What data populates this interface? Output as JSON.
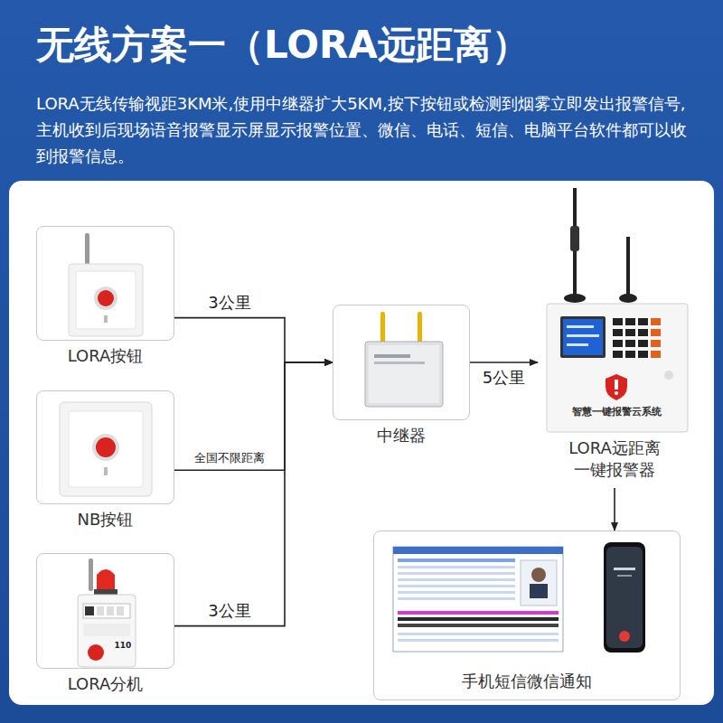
{
  "diagram": {
    "title": "无线方案一（LORA远距离）",
    "caption": "LORA无线传输视距3KM米,使用中继器扩大5KM,按下按钮或检测到烟雾立即发出报警信号,主机收到后现场语音报警显示屏显示报警位置、微信、电话、短信、电脑平台软件都可以收到报警信息。",
    "nodes": [
      {
        "text": [
          "LORA按钮"
        ]
      },
      {
        "text": [
          "NB按钮"
        ]
      },
      {
        "text": [
          "LORA分机"
        ]
      },
      {
        "text": [
          "中继器"
        ]
      },
      {
        "text": [
          "LORA远距离 一键报警器"
        ]
      },
      {
        "text": [
          "手机短信微信通知"
        ]
      }
    ],
    "edges": [
      {
        "from": 0,
        "to": 3,
        "label": "3公里",
        "arrow": "to"
      },
      {
        "from": 1,
        "to": 3,
        "label": "全国不限距离",
        "arrow": "to"
      },
      {
        "from": 2,
        "to": 3,
        "label": "3公里",
        "arrow": "to"
      },
      {
        "from": 3,
        "to": 4,
        "label": "5公里",
        "arrow": "to"
      },
      {
        "from": 4,
        "to": 5,
        "arrow": "to"
      }
    ],
    "labels": [
      "智慧一键报警云系统",
      "110"
    ]
  }
}
